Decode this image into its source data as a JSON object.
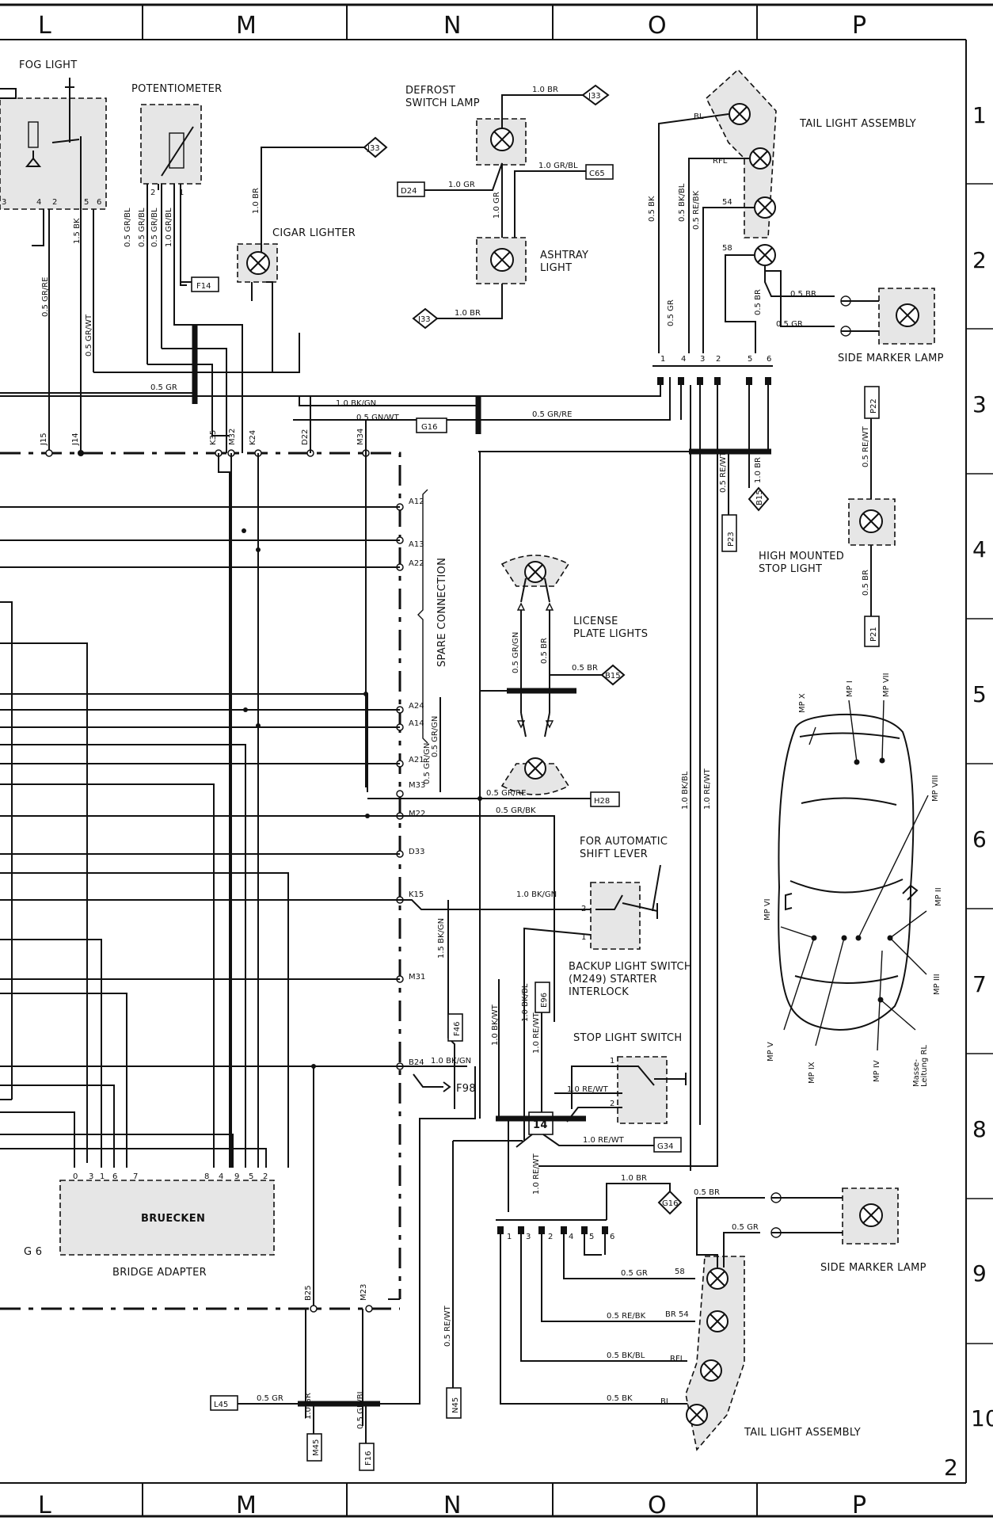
{
  "grid": {
    "columns": [
      "L",
      "M",
      "N",
      "O",
      "P"
    ],
    "rows": [
      "1",
      "2",
      "3",
      "4",
      "5",
      "6",
      "7",
      "8",
      "9",
      "10"
    ],
    "page_number": "2"
  },
  "components": {
    "fog_light": "FOG LIGHT",
    "potentiometer": "POTENTIOMETER",
    "defrost_switch_lamp": [
      "DEFROST",
      "SWITCH LAMP"
    ],
    "cigar_lighter": "CIGAR LIGHTER",
    "ashtray_light": [
      "ASHTRAY",
      "LIGHT"
    ],
    "tail_light_assembly_top": "TAIL LIGHT ASSEMBLY",
    "side_marker_lamp_top": "SIDE MARKER LAMP",
    "high_mounted_stop_light": [
      "HIGH MOUNTED",
      "STOP LIGHT"
    ],
    "license_plate_lights": [
      "LICENSE",
      "PLATE LIGHTS"
    ],
    "spare_connection": "SPARE CONNECTION",
    "for_automatic_shift_lever": [
      "FOR AUTOMATIC",
      "SHIFT LEVER"
    ],
    "backup_light_switch": [
      "BACKUP LIGHT SWITCH",
      "(M249) STARTER",
      "INTERLOCK"
    ],
    "stop_light_switch": "STOP LIGHT SWITCH",
    "bruecken": "BRUECKEN",
    "bridge_adapter": "BRIDGE ADAPTER",
    "g6": "G 6",
    "side_marker_lamp_bottom": "SIDE MARKER LAMP",
    "tail_light_assembly_bottom": "TAIL LIGHT ASSEMBLY",
    "junction_14": "14"
  },
  "connector_boxes": {
    "j33_a": "J33",
    "j33_b": "J33",
    "j33_c": "J33",
    "d24": "D24",
    "c65": "C65",
    "f14": "F14",
    "g16": "G16",
    "p22": "P22",
    "p21": "P21",
    "p23": "P23",
    "b15_a": "B15",
    "b15_b": "B15",
    "h28": "H28",
    "f46": "F46",
    "e96": "E96",
    "g34": "G34",
    "g16b": "G16",
    "l45": "L45",
    "m45": "M45",
    "f16": "F16",
    "n45": "N45",
    "f98": "F98"
  },
  "terminals": {
    "top_bus": [
      "J15",
      "J14",
      "K35",
      "M32",
      "K24",
      "D22",
      "M34"
    ],
    "spare": [
      "A12",
      "A13",
      "A22",
      "A24",
      "A14",
      "A21",
      "M33",
      "M22",
      "D33",
      "K15",
      "M31",
      "B24"
    ],
    "bottom_bus": [
      "B25",
      "M23"
    ],
    "bridge_pins": [
      "0",
      "3",
      "1",
      "6",
      "7",
      "8",
      "4",
      "9",
      "5",
      "2"
    ],
    "tail_top_pins": [
      "1",
      "4",
      "3",
      "2",
      "5",
      "6"
    ],
    "tail_bottom_pins": [
      "1",
      "3",
      "2",
      "4",
      "5",
      "6"
    ],
    "fog_pins": [
      "3",
      "4",
      "2",
      "5",
      "6"
    ],
    "pot_pins": [
      "2",
      "1"
    ]
  },
  "wire_labels": {
    "br_10_top": "1.0 BR",
    "gr_10": "1.0 GR",
    "grbl_10": "1.0 GR/BL",
    "br_10_mid": "1.0 BR",
    "gr_10_v": "1.0 GR",
    "br_10_ash": "1.0 BR",
    "bk_05": "0.5 BK",
    "bkbl_05": "0.5 BK/BL",
    "rebk_05": "0.5 RE/BK",
    "gr_05_v": "0.5 GR",
    "br_05_a": "0.5 BR",
    "gr_05_b": "0.5 GR",
    "br_05_v": "0.5 BR",
    "grbl_05_a": "0.5 GR/BL",
    "grbl_05_b": "0.5 GR/BL",
    "grbl_05_c": "0.5 GR/BL",
    "grbl_10_v": "1.0 GR/BL",
    "bk_15": "1.5 BK",
    "grre_05": "0.5 GR/RE",
    "grwt_05": "0.5 GR/WT",
    "gr_05_h": "0.5 GR",
    "bkgn_10": "1.0 BK/GN",
    "gnwt_05": "0.5 GN/WT",
    "grre_05_h": "0.5 GR/RE",
    "rewt_05_v": "0.5 RE/WT",
    "br_10_v": "1.0 BR",
    "rewt_05_p": "0.5 RE/WT",
    "br_05_p": "0.5 BR",
    "grgn_05": "0.5 GR/GN",
    "br_05_lic": "0.5 BR",
    "br_05_lic_h": "0.5 BR",
    "grgn_05_s": "0.5 GR/GN",
    "grre_05_lic": "0.5 GR/RE",
    "grbk_05": "0.5 GR/BK",
    "bkbl_10": "1.0 BK/BL",
    "rewt_10": "1.0 RE/WT",
    "bkgn_10_k15": "1.0 BK/GN",
    "bkgn_15": "1.5 BK/GN",
    "bkgn_10_b24": "1.0 BK/GN",
    "bkwt_10": "1.0 BK/WT",
    "bkbl_10_v": "1.0 BK/BL",
    "rewt_10_v": "1.0 RE/WT",
    "rewt_10_sl": "1.0 RE/WT",
    "rewt_10_g34": "1.0 RE/WT",
    "rewt_10_14": "1.0 RE/WT",
    "br_10_g16": "1.0 BR",
    "br_05_sm": "0.5 BR",
    "gr_05_sm": "0.5 GR",
    "gr_05_58": "0.5 GR",
    "rebk_05_54": "0.5 RE/BK",
    "bkbl_05_rfl": "0.5 BK/BL",
    "bk_05_bl": "0.5 BK",
    "gr_05_l45": "0.5 GR",
    "gr_10_m45": "1.0 GR",
    "gnbl_05": "0.5 GN/BL",
    "rewt_05_n45": "0.5 RE/WT"
  },
  "lamp_terms": {
    "bl_top": "BL",
    "rfl_top": "RFL",
    "t54_top": "54",
    "t58_top": "58",
    "t58_bot": "58",
    "br54_bot": "BR 54",
    "rfl_bot": "RFL",
    "bl_bot": "BL"
  },
  "measuring_points": [
    "MP X",
    "MP I",
    "MP VII",
    "MP VIII",
    "MP VI",
    "MP II",
    "MP III",
    "MP V",
    "MP IX",
    "MP IV"
  ],
  "masse_leitung": [
    "Masse-",
    "Leitung RL"
  ]
}
